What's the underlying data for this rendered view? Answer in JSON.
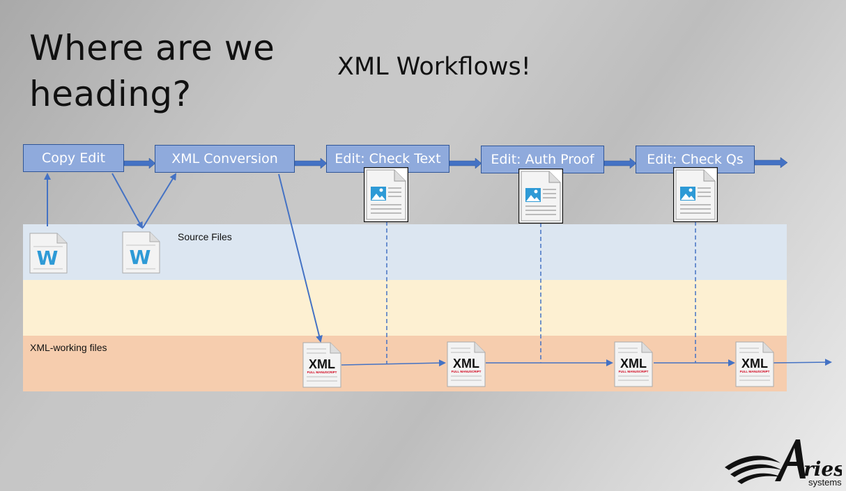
{
  "slide": {
    "title": "Where are we heading?",
    "subtitle": "XML Workflows!"
  },
  "steps": [
    {
      "label": "Copy Edit"
    },
    {
      "label": "XML Conversion"
    },
    {
      "label": "Edit: Check Text"
    },
    {
      "label": "Edit: Auth Proof"
    },
    {
      "label": "Edit: Check Qs"
    }
  ],
  "bands": {
    "source_label": "Source Files",
    "xml_label": "XML-working files"
  },
  "icons": {
    "word_letter": "W",
    "xml_text": "XML",
    "xml_subtext": "FULL MANUSCRIPT"
  },
  "logo": {
    "name": "Aries",
    "tagline": "systems"
  },
  "colors": {
    "step_fill": "#8faadc",
    "arrow": "#4472c4",
    "source_band": "#dce6f1",
    "middle_band": "#fdf0d2",
    "xml_band": "#f6cdae"
  }
}
